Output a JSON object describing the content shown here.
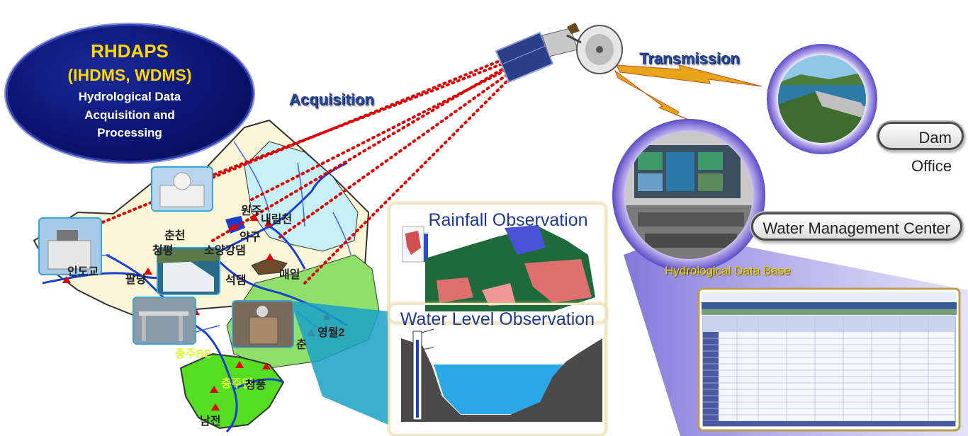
{
  "system": {
    "title": "RHDAPS",
    "subtitle": "(IHDMS, WDMS)",
    "line1": "Hydrological Data",
    "line2": "Acquisition and",
    "line3": "Processing"
  },
  "labels": {
    "acquisition": "Acquisition",
    "transmission": "Transmission",
    "dam_office": "Dam Office",
    "water_center": "Water Management Center",
    "database": "Hydrological Data Base",
    "rainfall": "Rainfall Observation",
    "water_level": "Water Level Observation"
  },
  "map_places": [
    "원주",
    "내림천",
    "춘천",
    "약구",
    "청평",
    "소양강댐",
    "팔당",
    "석댐",
    "매일",
    "영월2",
    "춘",
    "충주BE",
    "충주댐",
    "청풍",
    "남전",
    "인도교"
  ],
  "colors": {
    "ellipse": "#0b1470",
    "accent_yellow": "#ffd700",
    "link_red": "#e00000",
    "map_yellow": "#fbf7d6",
    "map_cyan": "#c7f0f6",
    "map_green": "#8fe06a",
    "map_lime": "#55dd22",
    "river": "#1a3fd0"
  }
}
